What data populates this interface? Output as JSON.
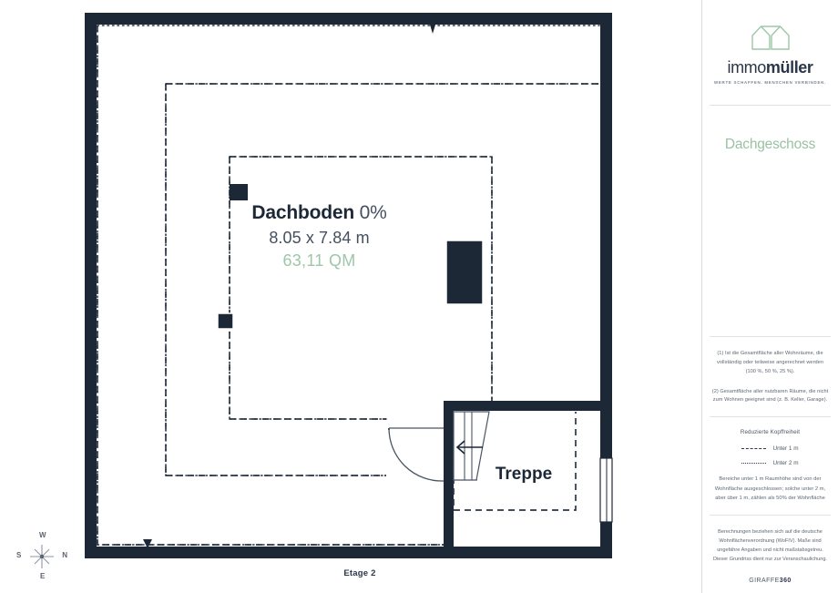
{
  "plan": {
    "floor_caption": "Etage 2",
    "rooms": [
      {
        "name": "Dachboden",
        "percent": "0%",
        "dimensions": "8.05 x 7.84 m",
        "area": "63,11 QM"
      },
      {
        "name": "Treppe"
      }
    ],
    "compass": {
      "north": "N",
      "south": "S",
      "east": "E",
      "west": "W"
    }
  },
  "sidebar": {
    "logo": {
      "name_light": "immo",
      "name_bold": "müller",
      "tagline": "WERTE SCHAFFEN. MENSCHEN VERBINDEN."
    },
    "floor_title": "Dachgeschoss",
    "notes": [
      "(1) Ist die Gesamtfläche aller Wohnräume, die vollständig oder teilweise angerechnet werden (100 %, 50 %, 25 %).",
      "(2) Gesamtfläche aller nutzbaren Räume, die nicht zum Wohnen geeignet sind (z. B. Keller, Garage)."
    ],
    "legend": {
      "title": "Reduzierte Kopffreiheit",
      "items": [
        {
          "label": "Unter 1 m",
          "style": "dashed"
        },
        {
          "label": "Unter 2 m",
          "style": "dotted"
        }
      ],
      "note": "Bereiche unter 1 m Raumhöhe sind von der Wohnfläche ausgeschlossen; solche unter 2 m, aber über 1 m, zählen als 50% der Wohnfläche"
    },
    "disclaimer": "Berechnungen beziehen sich auf die deutsche Wohnflächenverordnung (WoFIV). Maße sind ungefähre Angaben und nicht maßstabsgetreu. Dieser Grundriss dient nur zur Veranschaulichung.",
    "brand": {
      "name": "GIRAFFE",
      "suffix": "360"
    }
  },
  "colors": {
    "wall": "#1d2837",
    "accent_green": "#98c2a3",
    "text_dark": "#1d2837",
    "text_muted": "#5d6773",
    "background": "#ffffff"
  }
}
